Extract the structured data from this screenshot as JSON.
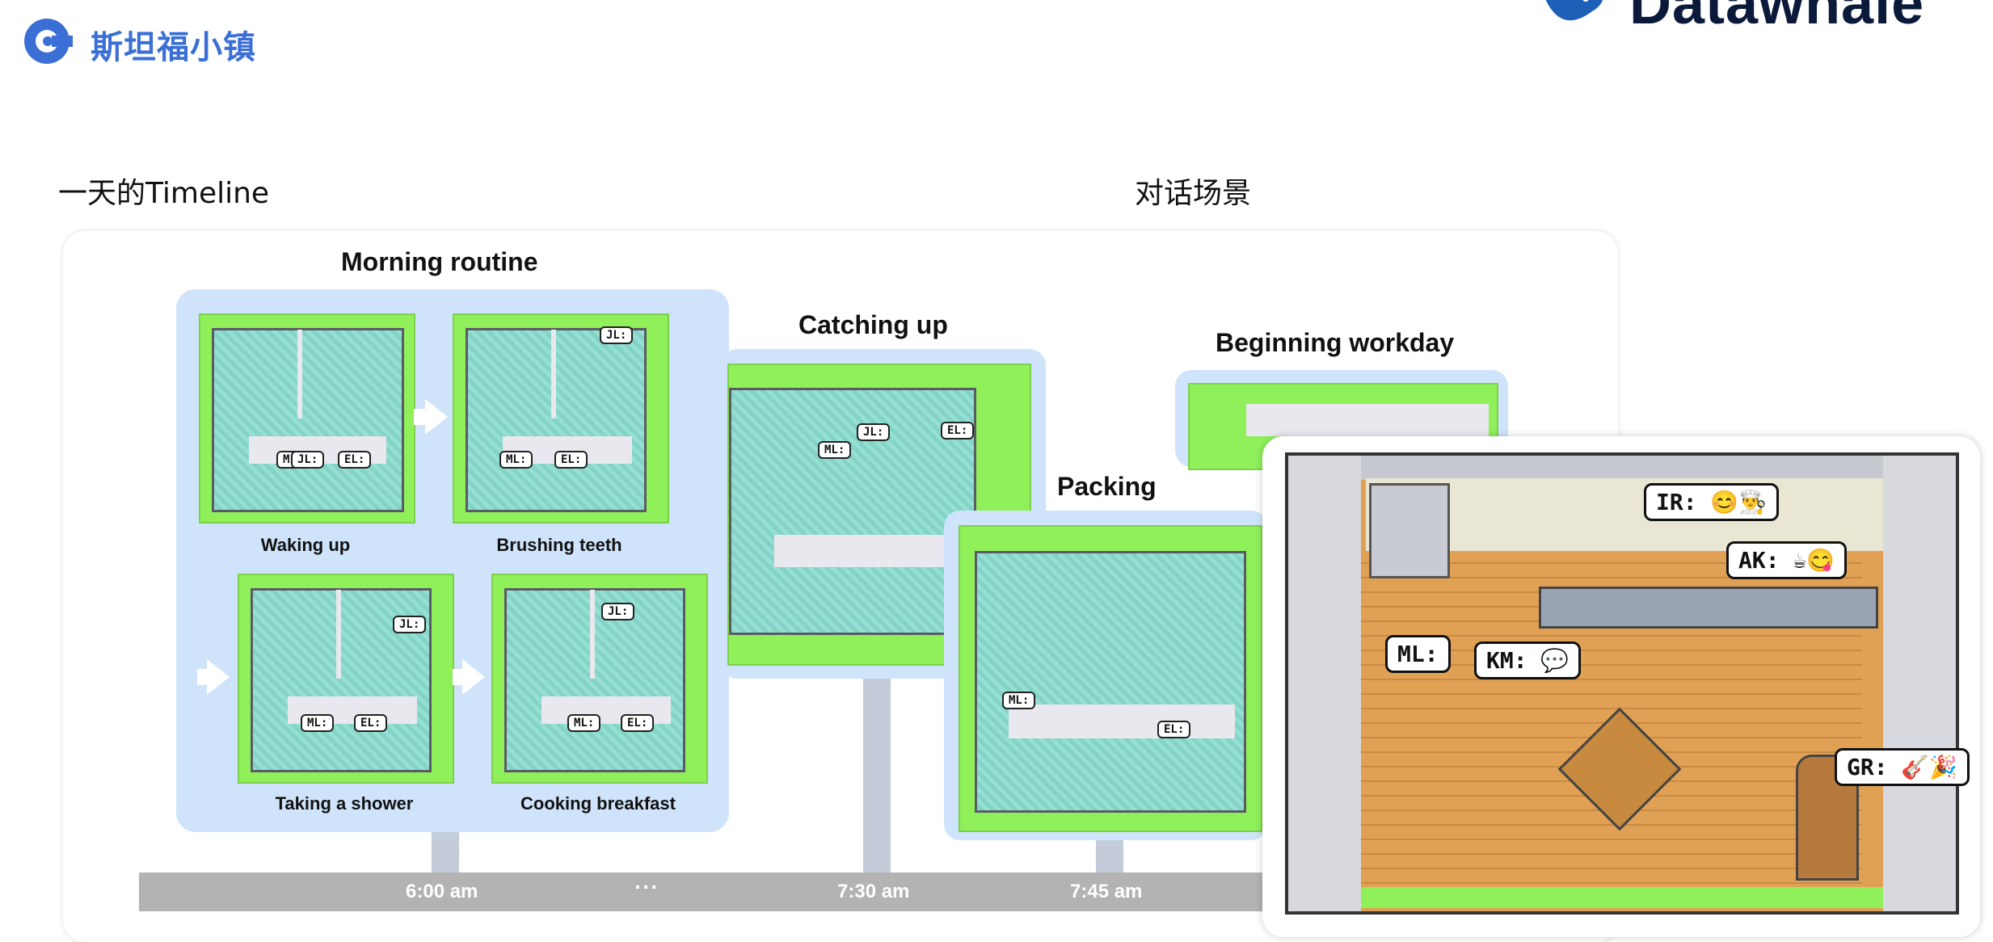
{
  "header": {
    "brand_title": "斯坦福小镇",
    "logo_text": "Datawhale",
    "logo_icon": "whale-icon",
    "brand_icon": "c-logo-icon"
  },
  "sections": {
    "timeline_label": "一天的Timeline",
    "dialog_label": "对话场景"
  },
  "timeline": {
    "morning_heading": "Morning routine",
    "catching_up_heading": "Catching up",
    "beginning_workday_heading": "Beginning workday",
    "packing_heading": "Packing",
    "captions": {
      "waking_up": "Waking up",
      "brushing_teeth": "Brushing teeth",
      "taking_shower": "Taking a shower",
      "cooking_breakfast": "Cooking breakfast"
    },
    "times": {
      "t1": "6:00 am",
      "ellipsis": "▪ ▪ ▪",
      "t2": "7:30 am",
      "t3": "7:45 am"
    }
  },
  "bubbles": {
    "ml": "ML:",
    "jl": "JL:",
    "el": "EL:",
    "ir": "IR: 😊👨‍🍳",
    "ak": "AK: ☕😋",
    "ml_big": "ML:",
    "km": "KM: 💬",
    "gr": "GR: 🎸🎉"
  },
  "colors": {
    "brand_blue": "#3b6fd6",
    "panel_blue": "#cfe4fb",
    "grass": "#8ff05a",
    "timeline_gray": "#b3b3b3"
  }
}
